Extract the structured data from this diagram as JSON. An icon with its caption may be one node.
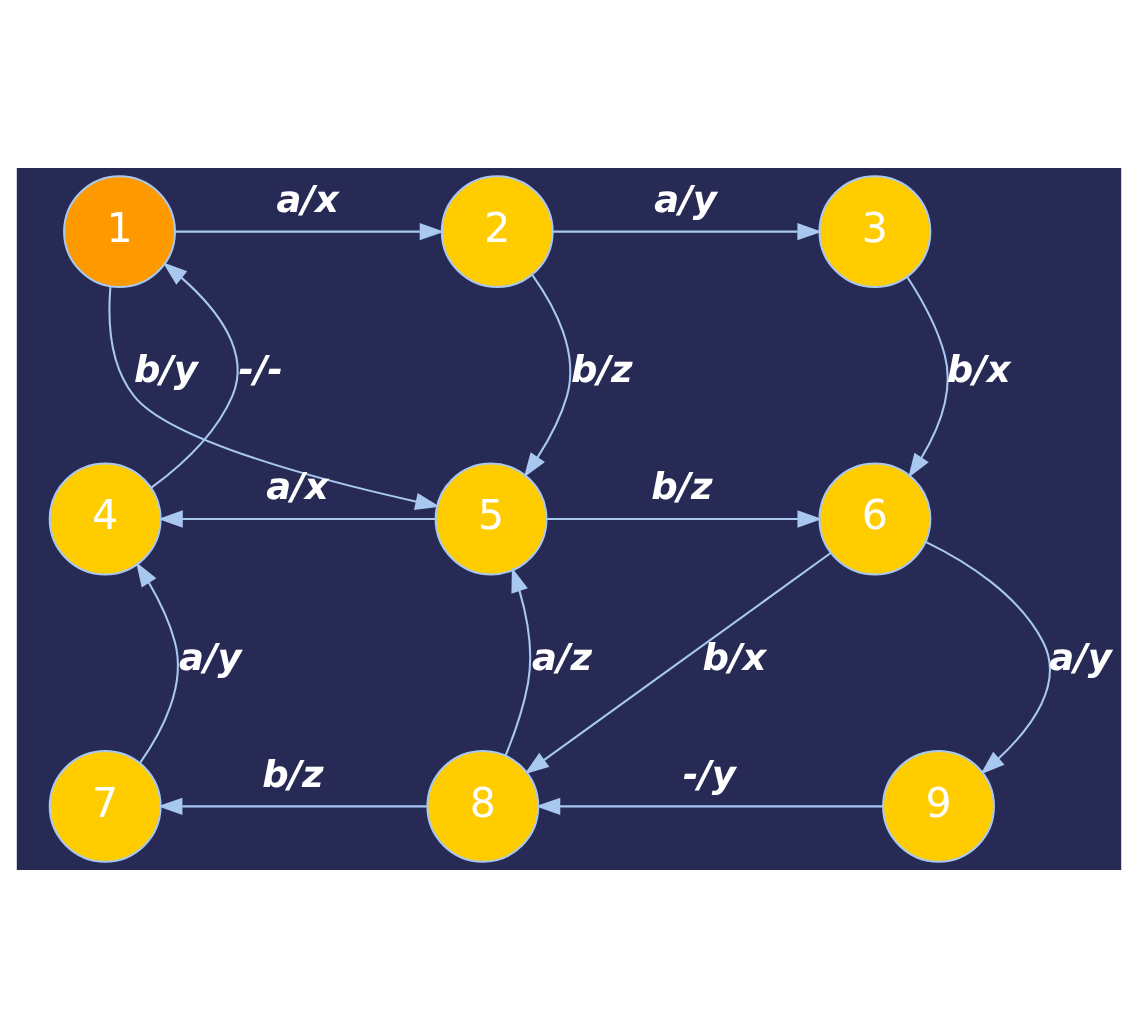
{
  "diagram": {
    "nodes": [
      {
        "text": [
          "1"
        ]
      },
      {
        "text": [
          "2"
        ]
      },
      {
        "text": [
          "3"
        ]
      },
      {
        "text": [
          "4"
        ]
      },
      {
        "text": [
          "5"
        ]
      },
      {
        "text": [
          "6"
        ]
      },
      {
        "text": [
          "7"
        ]
      },
      {
        "text": [
          "8"
        ]
      },
      {
        "text": [
          "9"
        ]
      }
    ],
    "edges": [
      {
        "from": 0,
        "to": 1,
        "arrow": "to",
        "label": "a/x"
      },
      {
        "from": 1,
        "to": 2,
        "arrow": "to",
        "label": "a/y"
      },
      {
        "from": 0,
        "to": 4,
        "arrow": "to",
        "label": "b/y"
      },
      {
        "from": 1,
        "to": 4,
        "arrow": "to",
        "label": "b/z"
      },
      {
        "from": 2,
        "to": 5,
        "arrow": "to",
        "label": "b/x"
      },
      {
        "from": 3,
        "to": 0,
        "arrow": "to",
        "label": "-/-"
      },
      {
        "from": 4,
        "to": 3,
        "arrow": "to",
        "label": "a/x"
      },
      {
        "from": 4,
        "to": 5,
        "arrow": "to",
        "label": "b/z"
      },
      {
        "from": 5,
        "to": 8,
        "arrow": "to",
        "label": "a/y"
      },
      {
        "from": 5,
        "to": 7,
        "arrow": "to",
        "label": "b/x"
      },
      {
        "from": 7,
        "to": 4,
        "arrow": "to",
        "label": "a/z"
      },
      {
        "from": 8,
        "to": 7,
        "arrow": "to",
        "label": "-/y"
      },
      {
        "from": 7,
        "to": 6,
        "arrow": "to",
        "label": "b/z"
      },
      {
        "from": 6,
        "to": 3,
        "arrow": "to",
        "label": "a/y"
      }
    ]
  }
}
